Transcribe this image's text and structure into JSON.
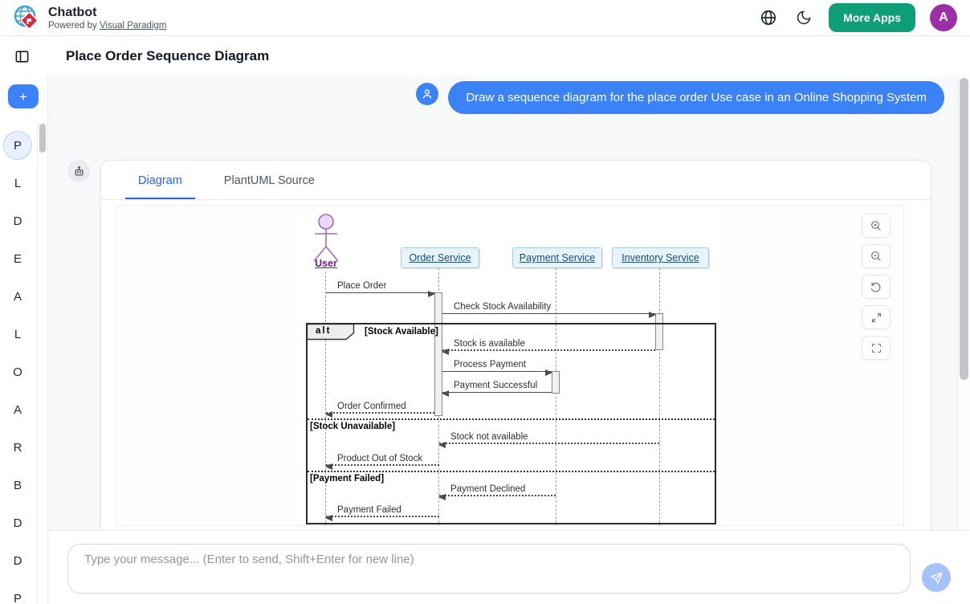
{
  "header": {
    "app_title": "Chatbot",
    "powered_prefix": "Powered by",
    "powered_link": "Visual Paradigm",
    "more_apps_label": "More Apps",
    "avatar_letter": "A"
  },
  "page": {
    "title": "Place Order Sequence Diagram"
  },
  "sidebar": {
    "new_chat_label": "+",
    "items": [
      {
        "letter": "P",
        "active": true
      },
      {
        "letter": "L"
      },
      {
        "letter": "D"
      },
      {
        "letter": "E"
      },
      {
        "letter": "A"
      },
      {
        "letter": "L"
      },
      {
        "letter": "O"
      },
      {
        "letter": "A"
      },
      {
        "letter": "R"
      },
      {
        "letter": "B"
      },
      {
        "letter": "D"
      },
      {
        "letter": "D"
      },
      {
        "letter": "P"
      }
    ]
  },
  "chat": {
    "user_message": "Draw a sequence diagram for the place order Use case in an Online Shopping System",
    "tabs": [
      {
        "label": "Diagram",
        "active": true
      },
      {
        "label": "PlantUML Source",
        "active": false
      }
    ]
  },
  "diagram": {
    "type": "uml-sequence",
    "actor": "User",
    "participants": [
      "Order Service",
      "Payment Service",
      "Inventory Service"
    ],
    "fragment": {
      "operator": "alt",
      "guards": [
        "[Stock Available]",
        "[Stock Unavailable]",
        "[Payment Failed]"
      ]
    },
    "messages": [
      "Place Order",
      "Check Stock Availability",
      "Stock is available",
      "Process Payment",
      "Payment Successful",
      "Order Confirmed",
      "Stock not available",
      "Product Out of Stock",
      "Payment Declined",
      "Payment Failed"
    ]
  },
  "composer": {
    "placeholder": "Type your message... (Enter to send, Shift+Enter for new line)"
  },
  "colors": {
    "accent_blue": "#3b82f6",
    "tab_blue": "#2563eb",
    "more_apps_green": "#0f9e7a",
    "avatar_purple": "#9a2fa6",
    "actor_purple": "#a06cc0",
    "participant_fill": "#e9f3fb",
    "participant_border": "#a6cbe8",
    "participant_text": "#174e74"
  }
}
